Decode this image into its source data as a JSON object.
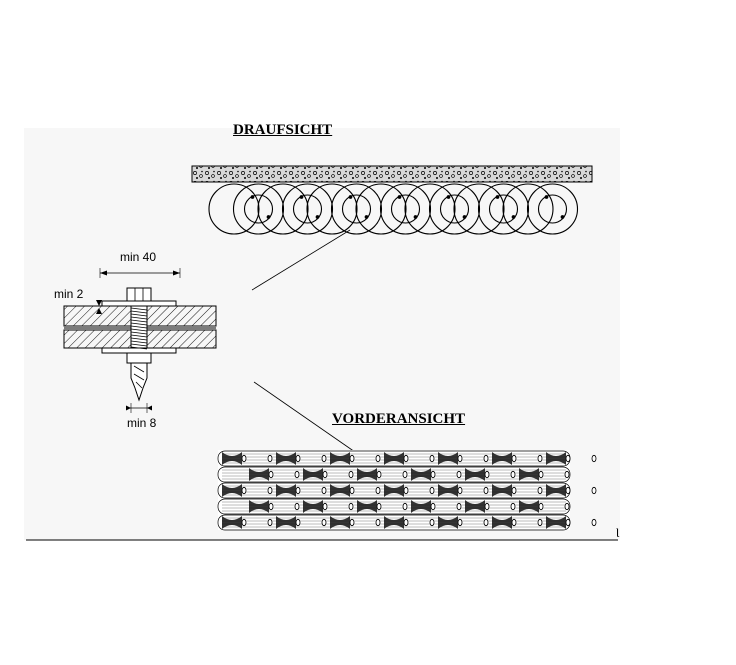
{
  "headings": {
    "top_view": "DRAUFSICHT",
    "front_view": "VORDERANSICHT"
  },
  "dimensions": {
    "washer_width": "min 40",
    "washer_thickness": "min 2",
    "bolt_diameter": "min 8"
  },
  "corner_glyph": "Ɩ",
  "colors": {
    "line": "#000000",
    "panel": "#f7f7f7",
    "background": "#ffffff"
  }
}
